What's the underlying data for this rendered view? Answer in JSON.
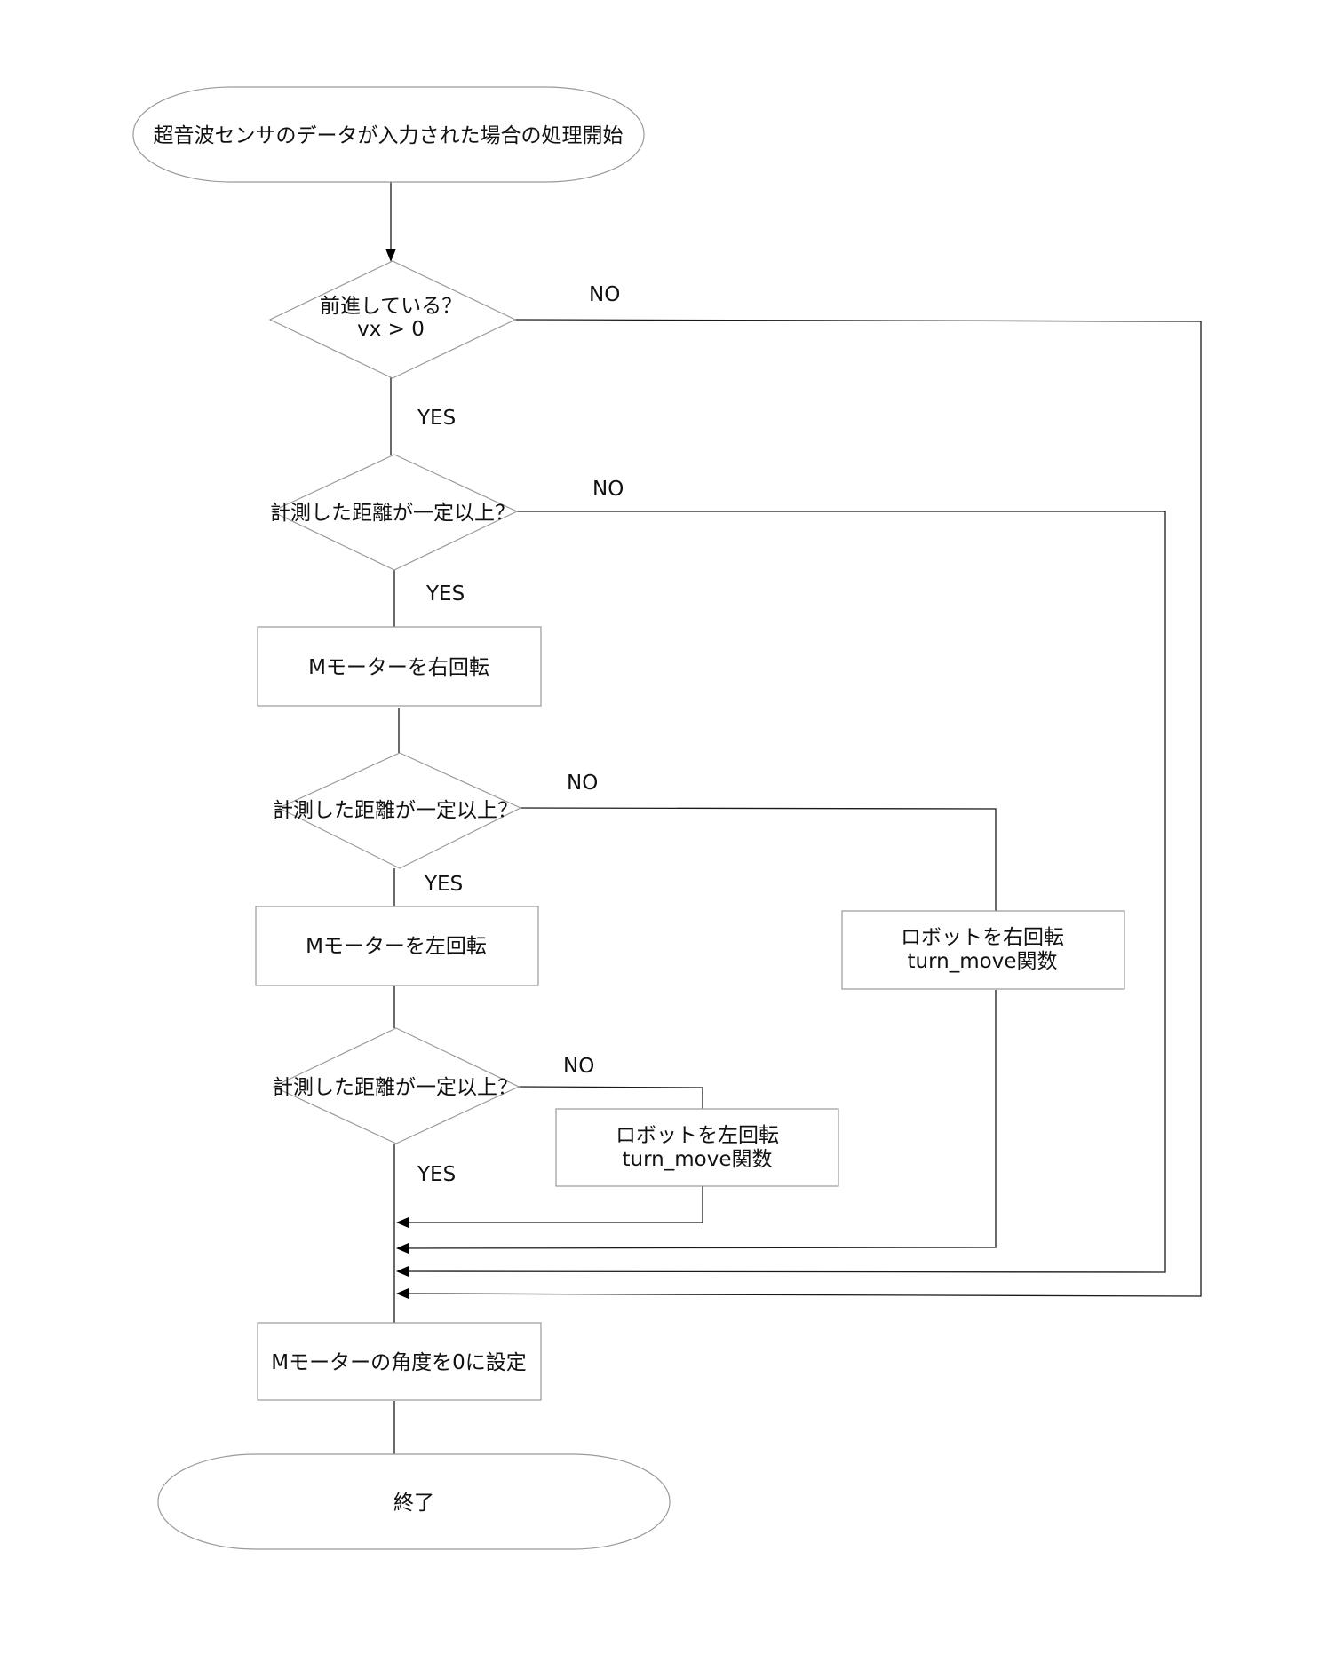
{
  "nodes": {
    "start": "超音波センサのデータが入力された場合の処理開始",
    "decision_forward_l1": "前進している？",
    "decision_forward_l2": "vx > 0",
    "decision_distance_1": "計測した距離が一定以上？",
    "motor_right": "Mモーターを右回転",
    "decision_distance_2": "計測した距離が一定以上？",
    "motor_left": "Mモーターを左回転",
    "decision_distance_3": "計測した距離が一定以上？",
    "robot_right_l1": "ロボットを右回転",
    "robot_right_l2": "turn_move関数",
    "robot_left_l1": "ロボットを左回転",
    "robot_left_l2": "turn_move関数",
    "reset_angle": "Mモーターの角度を0に設定",
    "end": "終了"
  },
  "edges": {
    "d1_no": "NO",
    "d1_yes": "YES",
    "d2_no": "NO",
    "d2_yes": "YES",
    "d3_no": "NO",
    "d3_yes": "YES",
    "d4_no": "NO",
    "d4_yes": "YES"
  }
}
